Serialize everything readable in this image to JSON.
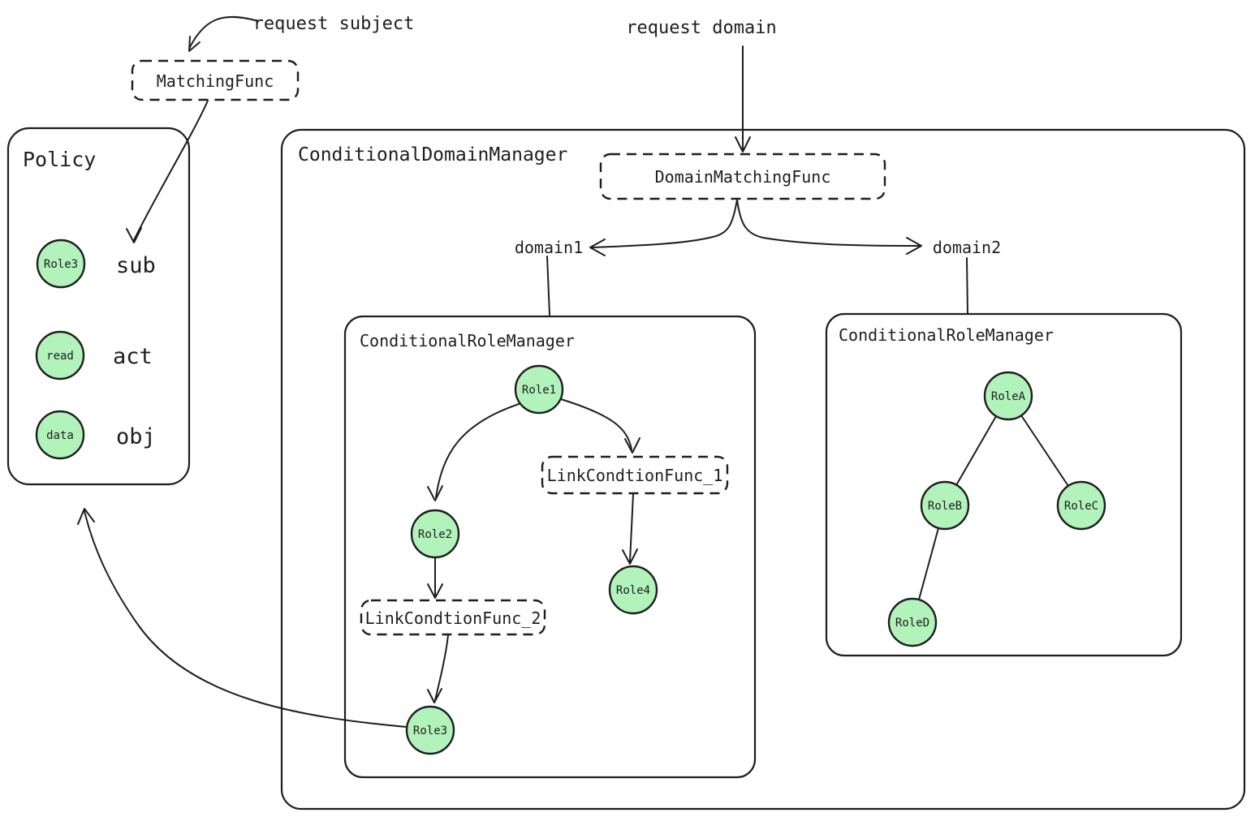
{
  "annotations": {
    "request_subject": "request subject",
    "request_domain": "request domain"
  },
  "matching_func": {
    "label": "MatchingFunc"
  },
  "policy": {
    "title": "Policy",
    "rows": [
      {
        "node": "Role3",
        "field": "sub"
      },
      {
        "node": "read",
        "field": "act"
      },
      {
        "node": "data",
        "field": "obj"
      }
    ]
  },
  "domain_manager": {
    "title": "ConditionalDomainManager",
    "domain_matching_func": {
      "label": "DomainMatchingFunc"
    },
    "domains": [
      {
        "label": "domain1"
      },
      {
        "label": "domain2"
      }
    ],
    "role_manager_1": {
      "title": "ConditionalRoleManager",
      "nodes": {
        "role1": "Role1",
        "role2": "Role2",
        "role3": "Role3",
        "role4": "Role4"
      },
      "link_condition_func_1": "LinkCondtionFunc_1",
      "link_condition_func_2": "LinkCondtionFunc_2"
    },
    "role_manager_2": {
      "title": "ConditionalRoleManager",
      "nodes": {
        "roleA": "RoleA",
        "roleB": "RoleB",
        "roleC": "RoleC",
        "roleD": "RoleD"
      }
    }
  },
  "colors": {
    "stroke": "#1e1e1e",
    "node_fill": "#b2f2bb",
    "matching_func_text": "#2f9e44",
    "domain_matching_func_text": "#1c7ed6",
    "link_condition_func_text": "#f08c00"
  }
}
